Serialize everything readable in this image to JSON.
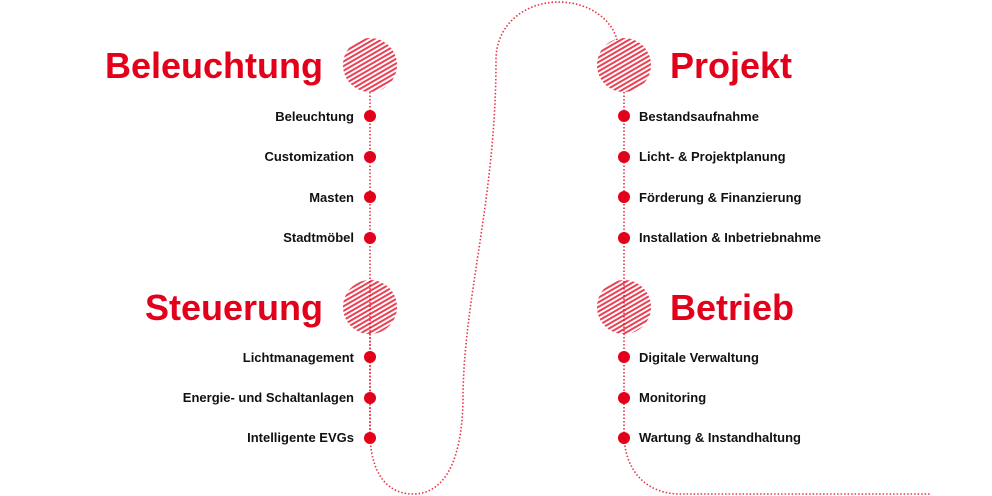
{
  "accent_color": "#e2001a",
  "sections": [
    {
      "title": "Beleuchtung",
      "items": [
        "Beleuchtung",
        "Customization",
        "Masten",
        "Stadtmöbel"
      ]
    },
    {
      "title": "Steuerung",
      "items": [
        "Lichtmanagement",
        "Energie- und Schaltanlagen",
        "Intelligente EVGs"
      ]
    },
    {
      "title": "Projekt",
      "items": [
        "Bestandsaufnahme",
        "Licht- & Projektplanung",
        "Förderung & Finanzierung",
        "Installation & Inbetriebnahme"
      ]
    },
    {
      "title": "Betrieb",
      "items": [
        "Digitale Verwaltung",
        "Monitoring",
        "Wartung & Instandhaltung"
      ]
    }
  ]
}
